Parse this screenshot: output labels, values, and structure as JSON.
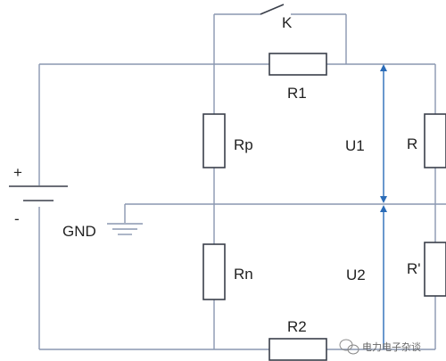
{
  "labels": {
    "switch": "K",
    "r1": "R1",
    "rp": "Rp",
    "u1": "U1",
    "r": "R",
    "plus": "+",
    "minus": "-",
    "gnd": "GND",
    "rn": "Rn",
    "u2": "U2",
    "r_prime": "R'",
    "r2": "R2"
  },
  "watermark": {
    "text": "电力电子杂谈",
    "icon": "wechat-icon"
  },
  "colors": {
    "wire": "#8a97b0",
    "resistor": "#3a3f4a",
    "arrow": "#2b6cb8"
  }
}
